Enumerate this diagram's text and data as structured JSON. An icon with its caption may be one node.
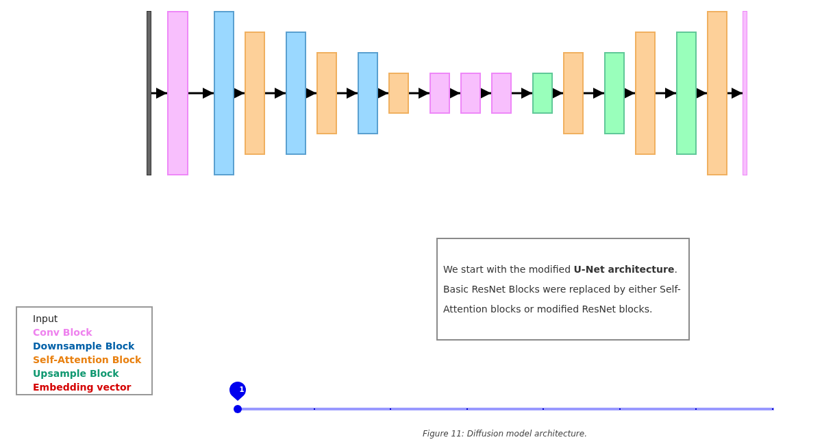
{
  "diagram": {
    "caption": "Figure 11: Diffusion model architecture.",
    "nodes": [
      {
        "text": [],
        "shape": "bar"
      },
      {
        "text": [],
        "shape": "box"
      },
      {
        "text": [],
        "shape": "box"
      },
      {
        "text": [],
        "shape": "box"
      },
      {
        "text": [],
        "shape": "box"
      },
      {
        "text": [],
        "shape": "box"
      },
      {
        "text": [],
        "shape": "box"
      },
      {
        "text": [],
        "shape": "box"
      },
      {
        "text": [],
        "shape": "box"
      },
      {
        "text": [],
        "shape": "box"
      },
      {
        "text": [],
        "shape": "box"
      },
      {
        "text": [],
        "shape": "box"
      },
      {
        "text": [],
        "shape": "box"
      },
      {
        "text": [],
        "shape": "box"
      },
      {
        "text": [],
        "shape": "box"
      },
      {
        "text": [],
        "shape": "box"
      },
      {
        "text": [],
        "shape": "box"
      },
      {
        "text": [],
        "shape": "bar"
      },
      {
        "text": [
          "We start with the modified **U-Net architecture**. Basic ResNet Blocks were replaced by either Self-Attention blocks or modified ResNet blocks."
        ]
      }
    ],
    "edges": [
      {
        "from": 0,
        "to": 1,
        "arrow": "to"
      },
      {
        "from": 1,
        "to": 2,
        "arrow": "to"
      },
      {
        "from": 2,
        "to": 3,
        "arrow": "to"
      },
      {
        "from": 3,
        "to": 4,
        "arrow": "to"
      },
      {
        "from": 4,
        "to": 5,
        "arrow": "to"
      },
      {
        "from": 5,
        "to": 6,
        "arrow": "to"
      },
      {
        "from": 6,
        "to": 7,
        "arrow": "to"
      },
      {
        "from": 7,
        "to": 8,
        "arrow": "to"
      },
      {
        "from": 8,
        "to": 9,
        "arrow": "to"
      },
      {
        "from": 9,
        "to": 10,
        "arrow": "to"
      },
      {
        "from": 10,
        "to": 11,
        "arrow": "to"
      },
      {
        "from": 11,
        "to": 12,
        "arrow": "to"
      },
      {
        "from": 12,
        "to": 13,
        "arrow": "to"
      },
      {
        "from": 13,
        "to": 14,
        "arrow": "to"
      },
      {
        "from": 14,
        "to": 15,
        "arrow": "to"
      },
      {
        "from": 15,
        "to": 16,
        "arrow": "to"
      },
      {
        "from": 16,
        "to": 17,
        "arrow": "to"
      }
    ],
    "labels": [
      "1"
    ],
    "legend": [
      {
        "text": "Input",
        "color": "#1a1a1a"
      },
      {
        "text": "Conv Block",
        "color": "#ee82ee"
      },
      {
        "text": "Downsample Block",
        "color": "#0060a8"
      },
      {
        "text": "Self-Attention Block",
        "color": "#e88010"
      },
      {
        "text": "Upsample Block",
        "color": "#109870"
      },
      {
        "text": "Embedding vector",
        "color": "#d40000"
      }
    ]
  }
}
